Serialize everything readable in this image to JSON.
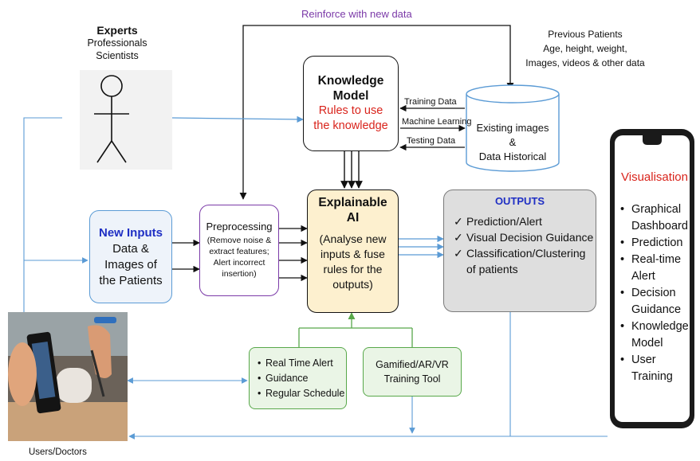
{
  "diagram": {
    "reinforce_label": "Reinforce with new data",
    "experts": {
      "title": "Experts",
      "line1": "Professionals",
      "line2": "Scientists"
    },
    "previous_patients": {
      "line1": "Previous Patients",
      "line2": "Age, height, weight,",
      "line3": "Images, videos & other data"
    },
    "knowledge_model": {
      "title1": "Knowledge",
      "title2": "Model",
      "sub1": "Rules to use",
      "sub2": "the knowledge"
    },
    "data_store": {
      "line1": "Existing images",
      "line2": "&",
      "line3": "Data Historical"
    },
    "links": {
      "training": "Training Data",
      "ml": "Machine Learning",
      "testing": "Testing Data"
    },
    "new_inputs": {
      "title": "New Inputs",
      "line1": "Data &",
      "line2": "Images of",
      "line3": "the Patients"
    },
    "preprocessing": {
      "title": "Preprocessing",
      "line1": "(Remove noise &",
      "line2": "extract features;",
      "line3": "Alert incorrect",
      "line4": "insertion)"
    },
    "xai": {
      "title1": "Explainable",
      "title2": "AI",
      "line1": "(Analyse new",
      "line2": "inputs & fuse",
      "line3": "rules for the",
      "line4": "outputs)"
    },
    "outputs": {
      "title": "OUTPUTS",
      "items": [
        "Prediction/Alert",
        "Visual Decision Guidance",
        "Classification/Clustering",
        "of patients"
      ]
    },
    "alerts": {
      "items": [
        "Real Time Alert",
        "Guidance",
        "Regular Schedule"
      ]
    },
    "training_tool": {
      "line1": "Gamified/AR/VR",
      "line2": "Training Tool"
    },
    "visualisation": {
      "title": "Visualisation",
      "items": [
        "Graphical",
        "Dashboard",
        "Prediction",
        "Real-time",
        "Alert",
        "Decision",
        "Guidance",
        "Knowledge",
        "Model",
        "User Training"
      ]
    },
    "users_label": "Users/Doctors"
  },
  "colors": {
    "red": "#d9241c",
    "blue": "#1f2fc4",
    "purple": "#7b3aa8",
    "lightblue": "#5b9bd5",
    "green": "#58a84a"
  }
}
